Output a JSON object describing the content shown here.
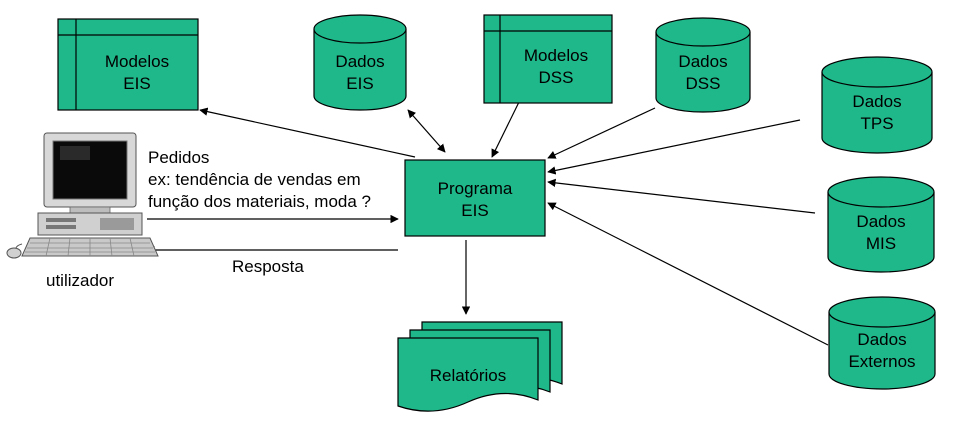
{
  "colors": {
    "box_fill": "#1fb88a",
    "stroke": "#000000",
    "background": "#ffffff"
  },
  "nodes": {
    "modelos_eis": {
      "line1": "Modelos",
      "line2": "EIS"
    },
    "dados_eis": {
      "line1": "Dados",
      "line2": "EIS"
    },
    "modelos_dss": {
      "line1": "Modelos",
      "line2": "DSS"
    },
    "dados_dss": {
      "line1": "Dados",
      "line2": "DSS"
    },
    "dados_tps": {
      "line1": "Dados",
      "line2": "TPS"
    },
    "dados_mis": {
      "line1": "Dados",
      "line2": "MIS"
    },
    "dados_externos": {
      "line1": "Dados",
      "line2": "Externos"
    },
    "programa_eis": {
      "line1": "Programa",
      "line2": "EIS"
    },
    "relatorios": {
      "label": "Relatórios"
    },
    "utilizador": {
      "label": "utilizador"
    }
  },
  "edges": {
    "pedidos": {
      "line1": "Pedidos",
      "line2": "ex: tendência de vendas em",
      "line3": "função dos materiais, moda ?"
    },
    "resposta": {
      "label": "Resposta"
    }
  },
  "icons": {
    "user_computer": "desktop-computer-icon"
  }
}
